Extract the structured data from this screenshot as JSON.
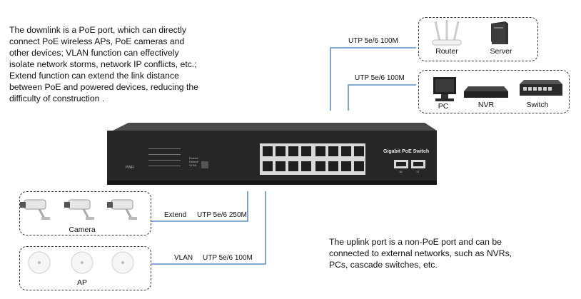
{
  "top_description": [
    "The downlink is a PoE port, which can directly",
    "connect PoE wireless APs, PoE cameras and",
    "other devices; VLAN function can effectively",
    "isolate network storms, network IP conflicts, etc.;",
    "Extend function can extend the link distance",
    "between PoE and powered devices, reducing the",
    "difficulty of construction ."
  ],
  "bottom_description": [
    "The uplink port is a non-PoE port and can be",
    "connected to external networks, such as NVRs,",
    "PCs, cascade switches, etc."
  ],
  "uplink_links": [
    {
      "cable": "UTP 5e/6  100M",
      "devices": [
        "Router",
        "Server"
      ]
    },
    {
      "cable": "UTP 5e/6  100M",
      "devices": [
        "PC",
        "NVR",
        "Switch"
      ]
    }
  ],
  "downlink_links": [
    {
      "mode": "Extend",
      "cable": "UTP 5e/6  250M",
      "group": "Camera"
    },
    {
      "mode": "VLAN",
      "cable": "UTP 5e/6  100M",
      "group": "AP"
    }
  ],
  "switch_panel": {
    "brand_label": "Gigabit PoE Switch",
    "power_label": "PWR",
    "mode_labels": [
      "Extend",
      "Default",
      "VLAN"
    ],
    "sfp_port_numbers": [
      "16",
      "17"
    ]
  },
  "colors": {
    "link_line": "#5b8fc9",
    "chassis": "#2b2b2b",
    "dashed_border": "#333333"
  }
}
